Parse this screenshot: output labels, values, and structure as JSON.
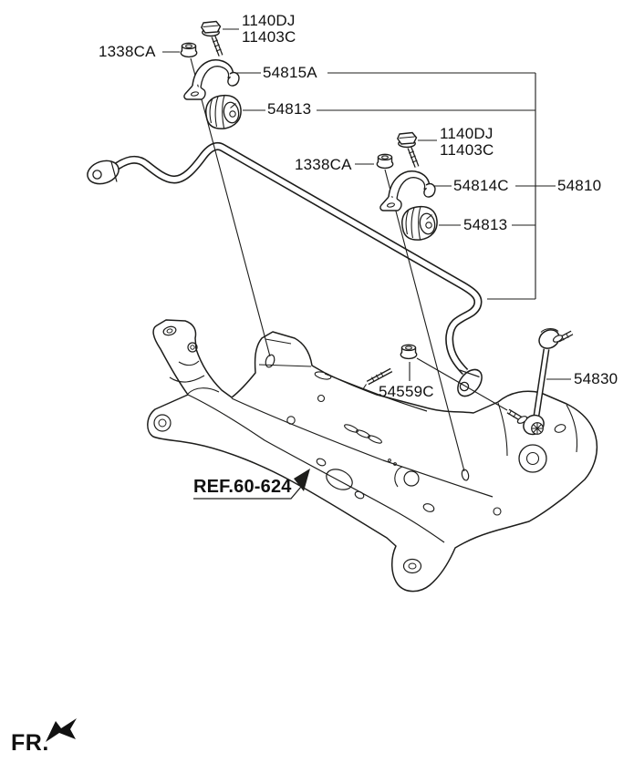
{
  "page": {
    "background": "#ffffff",
    "line_color": "#1d1d1b",
    "description": "Exploded parts diagram: front stabilizer bar, bushings, brackets and link mounted over a suspension crossmember"
  },
  "callouts": {
    "bolt_outer": {
      "line1": "1140DJ",
      "line2": "11403C"
    },
    "nut_outer": {
      "text": "1338CA"
    },
    "bracket_outer": {
      "text": "54815A"
    },
    "bushing_outer": {
      "text": "54813"
    },
    "bolt_inner": {
      "line1": "1140DJ",
      "line2": "11403C"
    },
    "nut_inner": {
      "text": "1338CA"
    },
    "bracket_inner": {
      "text": "54814C"
    },
    "assembly": {
      "text": "54810"
    },
    "bushing_inner": {
      "text": "54813"
    },
    "link_nut": {
      "text": "54559C"
    },
    "link": {
      "text": "54830"
    },
    "crossmember_ref": {
      "text": "REF.60-624"
    },
    "front_marker": {
      "text": "FR."
    }
  }
}
